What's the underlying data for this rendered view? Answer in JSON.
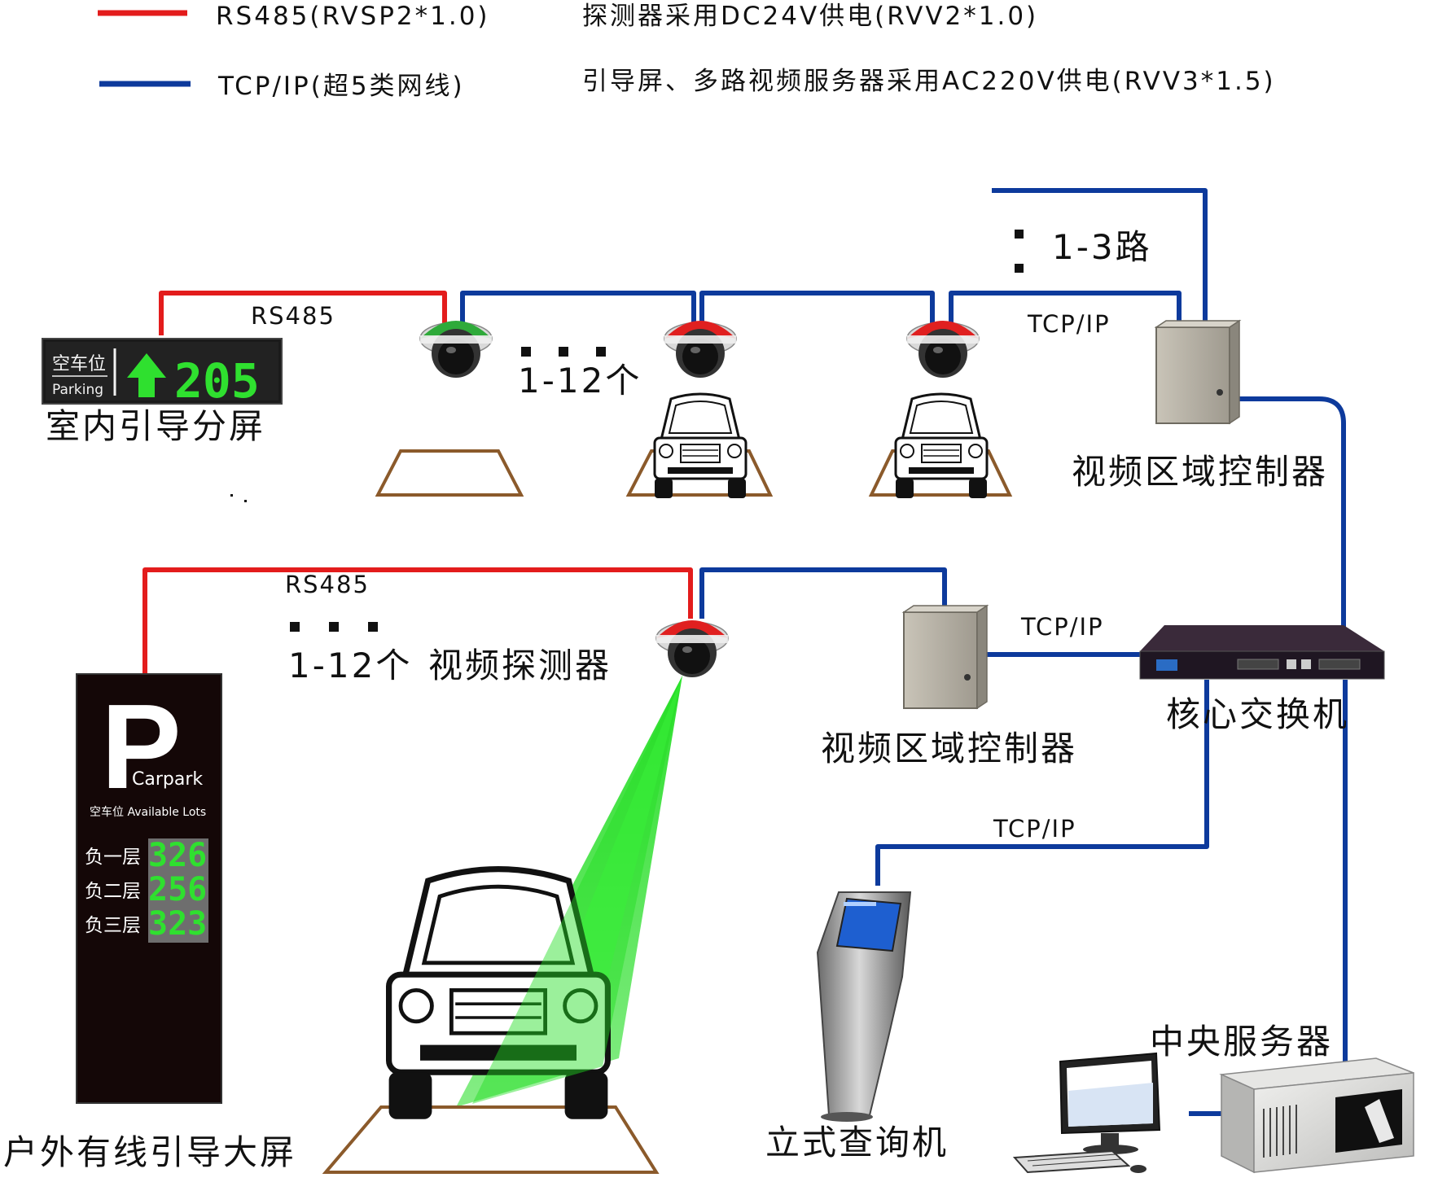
{
  "legend": {
    "rs485": {
      "label": "RS485(RVSP2*1.0)",
      "note": "探测器采用DC24V供电(RVV2*1.0)",
      "color": "#e31c1c"
    },
    "tcpip": {
      "label": "TCP/IP(超5类网线)",
      "note": "引导屏、多路视频服务器采用AC220V供电(RVV3*1.5)",
      "color": "#0d3a9c"
    }
  },
  "labels": {
    "rs485_top": "RS485",
    "rs485_bottom": "RS485",
    "tcpip_top": "TCP/IP",
    "tcpip_mid": "TCP/IP",
    "tcpip_bottom": "TCP/IP",
    "routes_1_3": "1-3路",
    "count_top": "1-12个",
    "count_bottom": "1-12个",
    "video_detector": "视频探测器",
    "indoor_screen": "室内引导分屏",
    "controller_top": "视频区域控制器",
    "controller_bottom": "视频区域控制器",
    "core_switch": "核心交换机",
    "central_server": "中央服务器",
    "kiosk": "立式查询机",
    "outdoor_screen": "户外有线引导大屏"
  },
  "indoor_sign": {
    "line1": "空车位",
    "line2": "Parking",
    "count": "205"
  },
  "outdoor_sign": {
    "letter": "P",
    "name": "Carpark",
    "subtitle": "空车位 Available Lots",
    "levels": [
      {
        "name": "负一层",
        "count": "326"
      },
      {
        "name": "负二层",
        "count": "256"
      },
      {
        "name": "负三层",
        "count": "323"
      }
    ]
  },
  "colors": {
    "rs485": "#e31c1c",
    "tcpip": "#0d3a9c",
    "led_green": "#2fe02f",
    "sign_bg": "#140707",
    "parking_outline": "#8b5a2b",
    "beam": "#22dd22"
  }
}
